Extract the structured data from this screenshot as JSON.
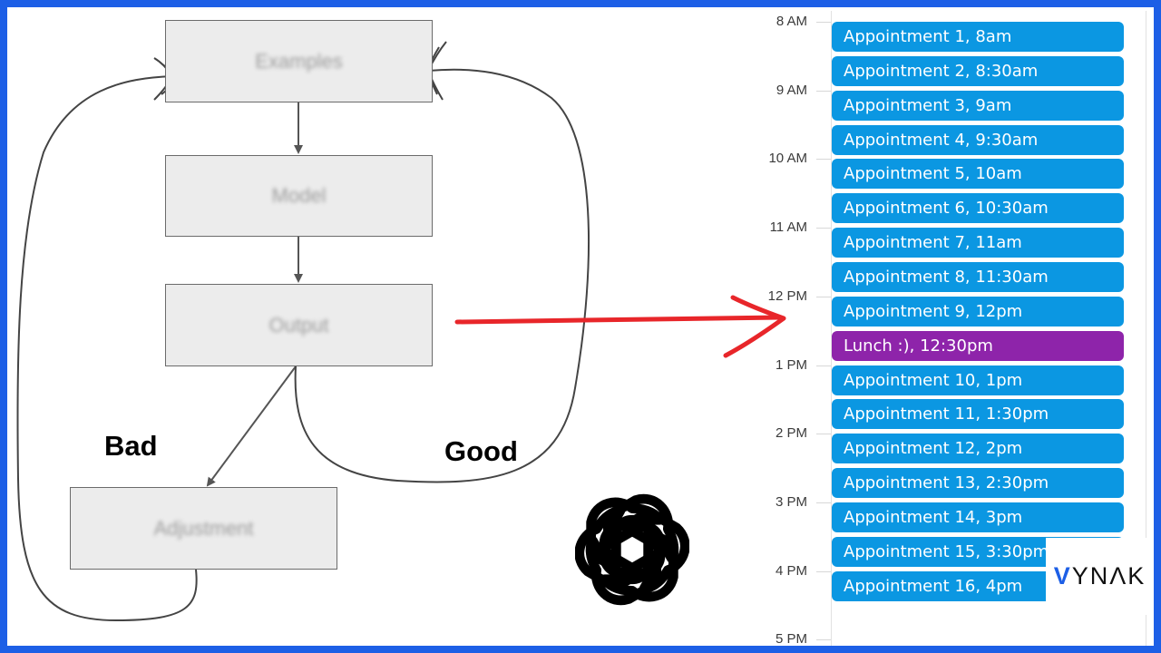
{
  "diagram": {
    "boxes": {
      "examples": "Examples",
      "model": "Model",
      "output": "Output",
      "adjustment": "Adjustment"
    },
    "labels": {
      "bad": "Bad",
      "good": "Good"
    },
    "colors": {
      "box_fill": "#ececec",
      "box_border": "#6b6b6b",
      "arrow": "#555555",
      "red_arrow": "#e8262a"
    },
    "icon": "openai-logo-icon"
  },
  "calendar": {
    "time_labels": [
      "8 AM",
      "9 AM",
      "10 AM",
      "11 AM",
      "12 PM",
      "1 PM",
      "2 PM",
      "3 PM",
      "4 PM",
      "5 PM"
    ],
    "events": [
      {
        "label": "Appointment 1, 8am",
        "color": "#0b97e2"
      },
      {
        "label": "Appointment 2, 8:30am",
        "color": "#0b97e2"
      },
      {
        "label": "Appointment 3, 9am",
        "color": "#0b97e2"
      },
      {
        "label": "Appointment 4, 9:30am",
        "color": "#0b97e2"
      },
      {
        "label": "Appointment 5, 10am",
        "color": "#0b97e2"
      },
      {
        "label": "Appointment 6, 10:30am",
        "color": "#0b97e2"
      },
      {
        "label": "Appointment 7, 11am",
        "color": "#0b97e2"
      },
      {
        "label": "Appointment 8, 11:30am",
        "color": "#0b97e2"
      },
      {
        "label": "Appointment 9, 12pm",
        "color": "#0b97e2"
      },
      {
        "label": "Lunch :), 12:30pm",
        "color": "#8e24aa"
      },
      {
        "label": "Appointment 10, 1pm",
        "color": "#0b97e2"
      },
      {
        "label": "Appointment 11, 1:30pm",
        "color": "#0b97e2"
      },
      {
        "label": "Appointment 12, 2pm",
        "color": "#0b97e2"
      },
      {
        "label": "Appointment 13, 2:30pm",
        "color": "#0b97e2"
      },
      {
        "label": "Appointment 14, 3pm",
        "color": "#0b97e2"
      },
      {
        "label": "Appointment 15, 3:30pm",
        "color": "#0b97e2"
      },
      {
        "label": "Appointment 16, 4pm",
        "color": "#0b97e2"
      }
    ]
  },
  "logo": {
    "text_v": "V",
    "text_rest": "YNΛK",
    "accent": "#1d5fe6"
  },
  "frame": {
    "border_color": "#1d5fe6"
  }
}
